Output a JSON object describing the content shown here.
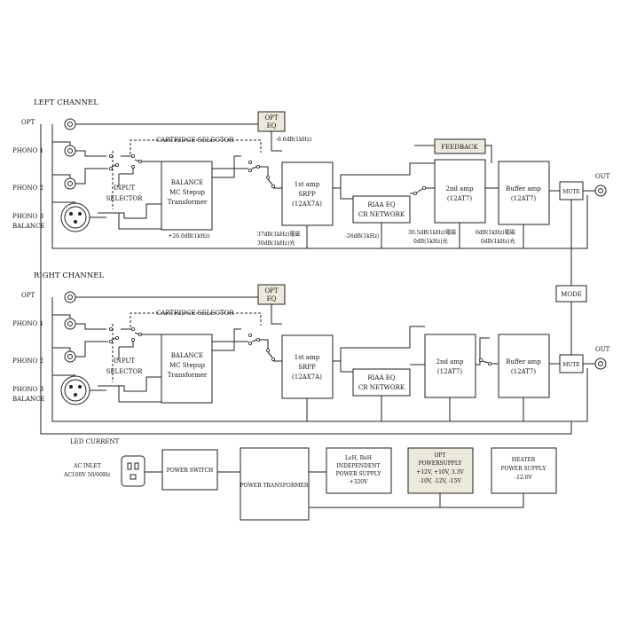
{
  "left_channel": {
    "heading": "LEFT CHANNEL",
    "inputs": [
      "OPT",
      "PHONO 1",
      "PHONO 2",
      "PHONO 3",
      "BALANCE"
    ],
    "opt_eq": [
      "OPT",
      "EQ"
    ],
    "opt_eq_gain": "-6.6dB(1kHz)",
    "cartridge_selector": "CARTRIDGE SELECTOR",
    "input_selector": [
      "INPUT",
      "SELECTOR"
    ],
    "transformer": [
      "BALANCE",
      "MC Stepup",
      "Transformer"
    ],
    "transformer_gain": "+26.0dB(1kHz)",
    "amp1": [
      "1st amp",
      "SRPP",
      "(12AX7A)"
    ],
    "amp1_gain": [
      "37dB(1kHz)電磁",
      "30dB(1kHz)光"
    ],
    "riaa": [
      "RIAA EQ",
      "CR NETWORK"
    ],
    "riaa_gain": "-26dB(1kHz)",
    "feedback": "FEEDBACK",
    "amp2": [
      "2nd amp",
      "(12AT7)"
    ],
    "amp2_gain": [
      "30.5dB(1kHz)電磁",
      "0dB(1kHz)光"
    ],
    "buffer": [
      "Buffer amp",
      "(12AT7)"
    ],
    "buffer_gain": [
      "0dB(1kHz)電磁",
      "0dB(1kHz)光"
    ],
    "mute": "MUTE",
    "out": "OUT"
  },
  "right_channel": {
    "heading": "RIGHT CHANNEL",
    "inputs": [
      "OPT",
      "PHONO 1",
      "PHONO 2",
      "PHONO 3",
      "BALANCE"
    ],
    "opt_eq": [
      "OPT",
      "EQ"
    ],
    "cartridge_selector": "CARTRIDGE SELECTOR",
    "input_selector": [
      "INPUT",
      "SELECTOR"
    ],
    "transformer": [
      "BALANCE",
      "MC Stepup",
      "Transformer"
    ],
    "amp1": [
      "1st amp",
      "SRPP",
      "(12AX7A)"
    ],
    "riaa": [
      "RIAA EQ",
      "CR NETWORK"
    ],
    "amp2": [
      "2nd amp",
      "(12AT7)"
    ],
    "buffer": [
      "Buffer amp",
      "(12AT7)"
    ],
    "mute": "MUTE",
    "out": "OUT"
  },
  "mode": "MODE",
  "power": {
    "led_current": "LED  CURRENT",
    "ac_inlet": [
      "AC INLET",
      "AC100V 50/60Hz"
    ],
    "power_switch": "POWER SWITCH",
    "power_transformer": "POWER TRANSFORMER",
    "independent_supply": [
      "LeH, ReH",
      "INDEPENDENT",
      "POWER SUPPLY",
      "+320V"
    ],
    "opt_supply": [
      "OPT",
      "POWERSUPPLY",
      "+12V, +10V, 3.3V",
      "-10V, -12V, -15V"
    ],
    "heater_supply": [
      "HEATER",
      "POWER SUPPLY",
      "-12.6V"
    ]
  },
  "colors": {
    "line": "#222222",
    "shaded_box": "#ebe8dc"
  }
}
